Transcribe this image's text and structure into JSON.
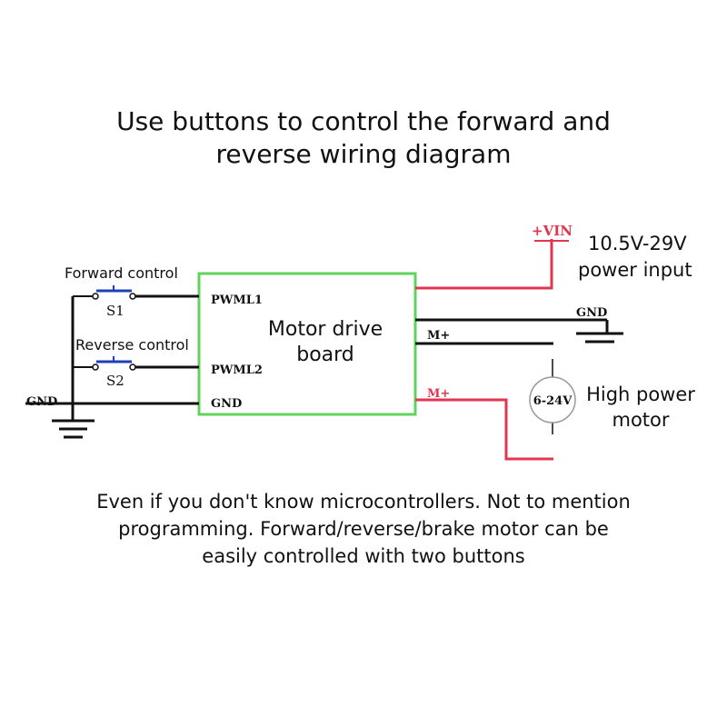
{
  "title": {
    "line1": "Use buttons to control the forward and",
    "line2": "reverse wiring diagram"
  },
  "caption": {
    "line1": "Even if you don't know microcontrollers. Not to mention",
    "line2": "programming. Forward/reverse/brake motor can be",
    "line3": "easily controlled with two buttons"
  },
  "diagram": {
    "board_label_line1": "Motor drive",
    "board_label_line2": "board",
    "pin_pwml1": "PWML1",
    "pin_pwml2": "PWML2",
    "pin_gnd": "GND",
    "pin_m_plus_1": "M+",
    "pin_m_plus_2": "M+",
    "forward_control": "Forward control",
    "reverse_control": "Reverse control",
    "switch_s1": "S1",
    "switch_s2": "S2",
    "left_gnd": "GND",
    "right_gnd": "GND",
    "vin": "+VIN",
    "power_input_line1": "10.5V-29V",
    "power_input_line2": "power input",
    "motor_voltage": "6-24V",
    "motor_line1": "High power",
    "motor_line2": "motor",
    "colors": {
      "board_outline": "#5fd35a",
      "wire_red": "#e0364f",
      "wire_black": "#111111",
      "text": "#111111"
    }
  }
}
